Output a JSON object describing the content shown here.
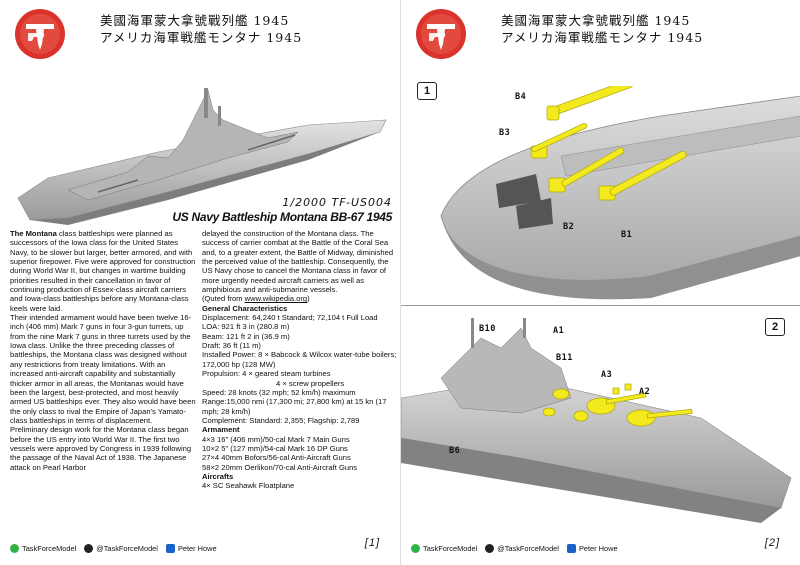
{
  "header": {
    "jp_line1": "美國海軍蒙大拿號戰列艦 1945",
    "jp_line2": "アメリカ海軍戦艦モンタナ 1945"
  },
  "model": {
    "code": "1/2000 TF-US004",
    "name": "US Navy Battleship Montana BB-67 1945"
  },
  "article": {
    "lead_bold": "The Montana",
    "para1_rest": " class battleships were planned as successors of the Iowa class for the United States Navy, to be slower but larger, better armored, and with superior firepower. Five were approved for construction during World War II, but changes in wartime building priorities resulted in their cancellation in favor of continuing production of Essex-class aircraft carriers and Iowa-class battleships before any Montana-class keels were laid.",
    "para2": "Their intended armament would have been twelve 16-inch (406 mm) Mark 7 guns in four 3-gun turrets, up from the nine Mark 7 guns in three turrets used by the Iowa class. Unlike the three preceding classes of battleships, the Montana class was designed without any restrictions from treaty limitations. With an increased anti-aircraft capability and substantially thicker armor in all areas, the Montanas would have been the largest, best-protected, and most heavily armed US battleships ever. They also would have been the only class to rival the Empire of Japan's Yamato-class battleships in terms of displacement.",
    "para3": "Preliminary design work for the Montana class began before the US entry into World War II. The first two vessels were approved by Congress in 1939 following the passage of the Naval Act of 1938. The Japanese attack on Pearl Harbor",
    "para4": "delayed the construction of the Montana class. The success of carrier combat at the Battle of the Coral Sea and, to a greater extent, the Battle of Midway, diminished the perceived value of the battleship. Consequently, the US Navy chose to cancel the Montana class in favor of more urgently needed aircraft carriers as well as amphibious and anti-submarine vessels.",
    "quote_prefix": "(Quted from ",
    "quote_link": "www.wikipedia.org",
    "quote_suffix": ")",
    "general_title": "General Characteristics",
    "displacement": "Displacement: 64,240 t Standard; 72,104 t Full Load",
    "loa": "LOA: 921 ft 3 in (280.8 m)",
    "beam": "Beam: 121 ft 2 in (36.9 m)",
    "draft": "Draft: 36 ft (11 m)",
    "power": "Installed Power: 8 × Babcock & Wilcox water-tube boilers; 172,000 hp (128 MW)",
    "propulsion": "Propulsion: 4 × geared steam turbines",
    "propulsion2": "4 × screw propellers",
    "speed": "Speed: 28 knots (32 mph; 52 km/h) maximum",
    "range": "Range:15,000 nmi (17,300 mi; 27,800 km) at 15 kn (17 mph; 28 km/h)",
    "complement": "Complement: Standard: 2,355; Flagship: 2,789",
    "armament_title": "Armament",
    "arm1": "4×3 16\" (406 mm)/50-cal Mark 7 Main Guns",
    "arm2": "10×2 5\" (127 mm)/54-cal Mark 16 DP Guns",
    "arm3": "27×4 40mm Bofors/56-cal Anti-Aircraft Guns",
    "arm4": "58×2 20mm Oerlikon/70-cal Anti-Aircraft Guns",
    "aircraft_title": "Aircrafts",
    "aircraft1": "4× SC Seahawk Floatplane"
  },
  "footer": {
    "wechat": "TaskForceModel",
    "threads": "@TaskForceModel",
    "facebook": "Peter Howe",
    "page_left": "[1]",
    "page_right": "[2]"
  },
  "steps": {
    "step1": "1",
    "step2": "2"
  },
  "callouts": {
    "b4": "B4",
    "b3": "B3",
    "b2": "B2",
    "b1": "B1",
    "b10": "B10",
    "a1": "A1",
    "b11": "B11",
    "a3": "A3",
    "a2": "A2",
    "b6": "B6"
  },
  "colors": {
    "logo_red": "#d9332c",
    "part_yellow": "#f2ea1e",
    "hull_gray": "#c9c9c9"
  }
}
